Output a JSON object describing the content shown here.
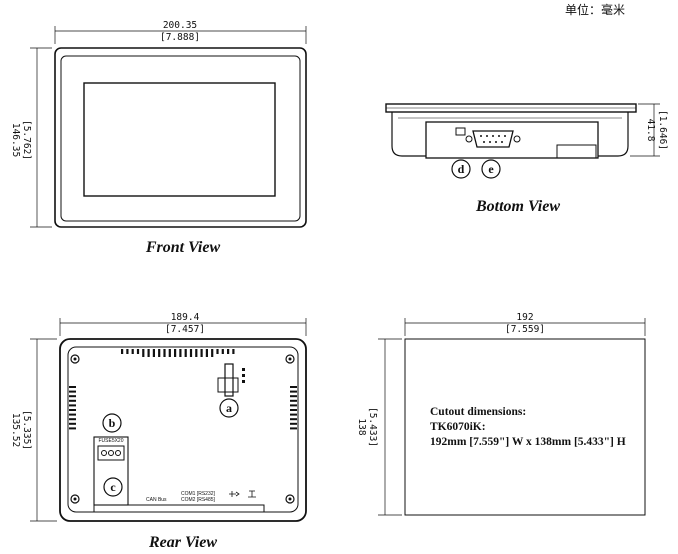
{
  "unit_note": "单位：毫米",
  "front_view": {
    "title": "Front View",
    "width_mm": "200.35",
    "width_in": "[7.888]",
    "height_mm": "146.35",
    "height_in": "[5.762]"
  },
  "bottom_view": {
    "title": "Bottom View",
    "depth_mm": "41.8",
    "depth_in": "[1.646]",
    "callout_d": "d",
    "callout_e": "e"
  },
  "rear_view": {
    "title": "Rear View",
    "width_mm": "189.4",
    "width_in": "[7.457]",
    "height_mm": "135.52",
    "height_in": "[5.335]",
    "callout_a": "a",
    "callout_b": "b",
    "callout_c": "c",
    "fuse_label": "FUSE5X20",
    "can_label": "CAN Bus",
    "com1_label": "COM1 [RS232]",
    "com2_label": "COM2 [RS485]"
  },
  "cutout_view": {
    "width_mm": "192",
    "width_in": "[7.559]",
    "height_mm": "138",
    "height_in": "[5.433]",
    "line1": "Cutout dimensions:",
    "line2": "TK6070iK:",
    "line3": "192mm [7.559\"] W x 138mm [5.433\"] H"
  }
}
